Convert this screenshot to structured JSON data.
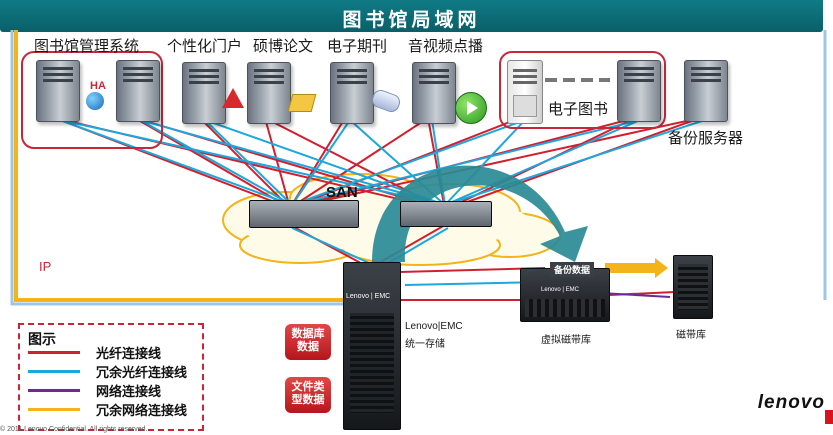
{
  "title": "图书馆局域网",
  "top_labels": {
    "library_mgmt": "图书馆管理系统",
    "portal": "个性化门户",
    "thesis": "硕博论文",
    "journal": "电子期刊",
    "av": "音视频点播",
    "ebook": "电子图书",
    "backup_server": "备份服务器"
  },
  "ha_label": "HA",
  "san_label": "SAN",
  "ip_label": "IP",
  "storage_label_line1": "Lenovo|EMC",
  "storage_label_line2": "统一存储",
  "storage_brand": "Lenovo | EMC",
  "vtl_label": "虚拟磁带库",
  "vtl_badge": "备份数据",
  "tape_label": "磁带库",
  "badge_db": "数据库\n数据",
  "badge_file": "文件类\n型数据",
  "legend": {
    "title": "图示",
    "items": [
      {
        "label": "光纤连接线",
        "color": "#d02030"
      },
      {
        "label": "冗余光纤连接线",
        "color": "#1ea7dc"
      },
      {
        "label": "网络连接线",
        "color": "#6a2a9a"
      },
      {
        "label": "冗余网络连接线",
        "color": "#f2b418"
      }
    ]
  },
  "footer": "© 2011 Lenovo Confidential. All rights reserved.",
  "logo": "lenovo",
  "colors": {
    "fiber": "#d02030",
    "redundant_fiber": "#1ea7dc",
    "network": "#6a2a9a",
    "redundant_network": "#f2b418",
    "title_bar": "#0d6f79"
  }
}
